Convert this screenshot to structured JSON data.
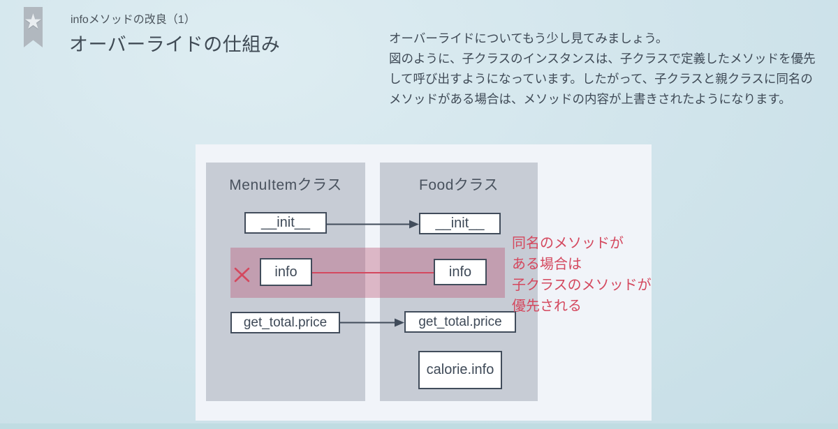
{
  "header": {
    "badge": "star-ribbon",
    "kicker": "infoメソッドの改良（1）",
    "title": "オーバーライドの仕組み",
    "star_glyph": "★",
    "intro_lines": [
      "オーバーライドについてもう少し見てみましょう。",
      "図のように、子クラスのインスタンスは、子クラスで定義したメソッドを優先",
      "して呼び出すようになっています。したがって、子クラスと親クラスに同名の",
      "メソッドがある場合は、メソッドの内容が上書きされたようになります。"
    ]
  },
  "diagram": {
    "left_class": {
      "title": "MenuItemクラス",
      "methods": [
        "__init__",
        "info",
        "get_total.price"
      ]
    },
    "right_class": {
      "title": "Foodクラス",
      "methods": [
        "__init__",
        "info",
        "get_total.price",
        "calorie.info"
      ]
    },
    "annotation_lines": [
      "同名のメソッドが",
      "ある場合は",
      "子クラスのメソッドが",
      "優先される"
    ],
    "colors": {
      "background": "#d2e5ec",
      "panel": "#f1f4f9",
      "class_column": "#c7ccd5",
      "highlight_band": "rgba(186,84,116,0.38)",
      "box_border": "#414c5b",
      "ink": "#3e4957",
      "accent_red": "#d4485e"
    }
  }
}
